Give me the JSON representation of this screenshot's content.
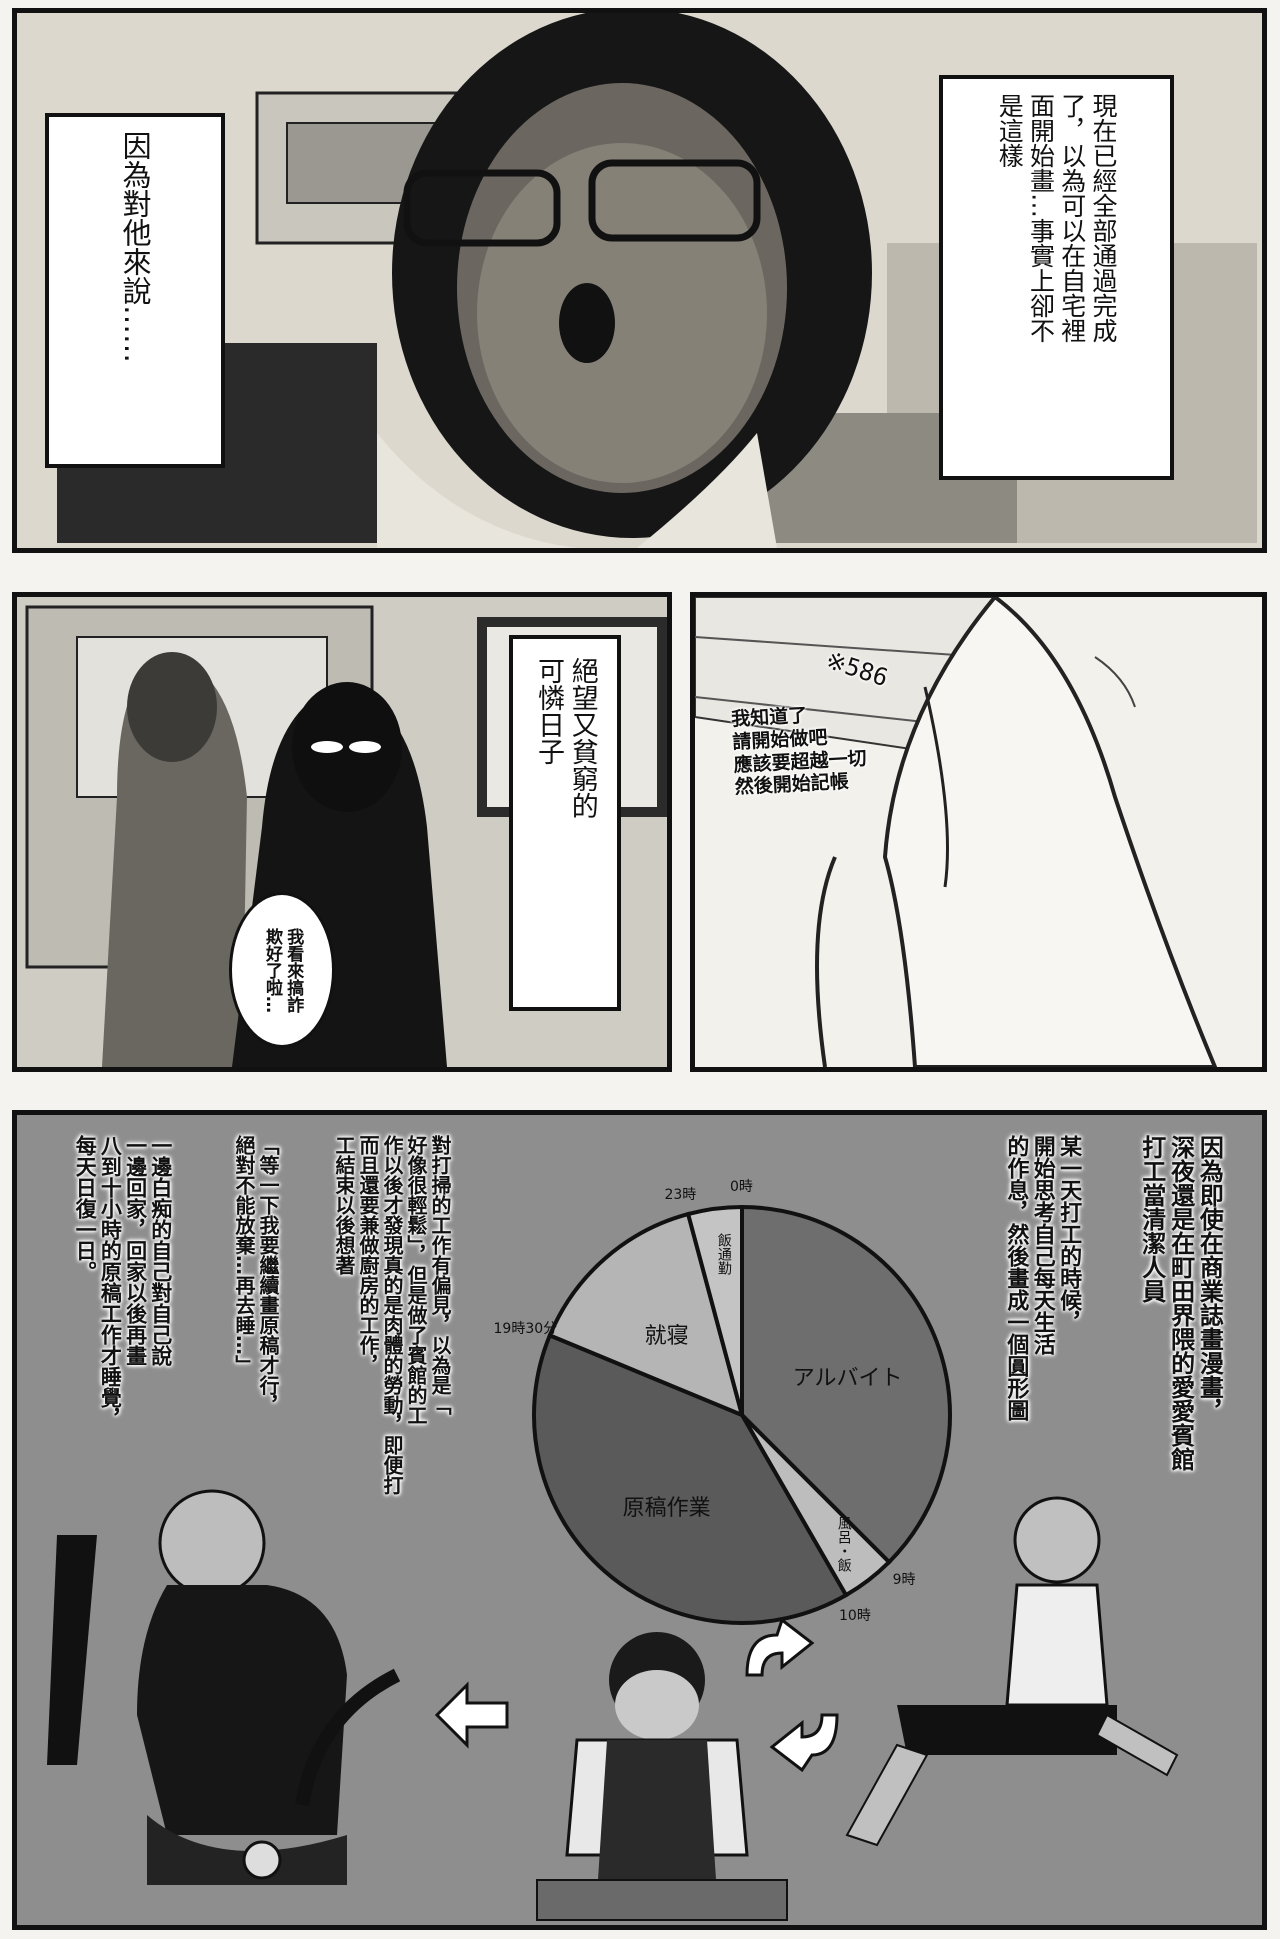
{
  "panel1": {
    "caption_left": "因為對他來說……",
    "caption_right": "現在已經全部通過完成\n了，以為可以在自宅裡\n面開始畫…事實上卻不\n是這樣"
  },
  "panel2": {
    "caption": "絕望又貧窮的\n可憐日子",
    "speech": "我看來搞詐\n欺好了啦…"
  },
  "panel3": {
    "speech": "我知道了\n請開始做吧\n應該要超越一切\n然後開始記帳",
    "paper_text": "※586"
  },
  "panel4": {
    "narration_right": "因為即使在商業誌畫漫畫，\n深夜還是在町田界隈的愛愛賓館\n打工當清潔人員",
    "narration_mid_right": "某一天打工的時候，\n開始思考自己每天生活\n的作息，然後畫成一個圓形圖",
    "narration_mid": "對打掃的工作有偏見，以為是「\n好像很輕鬆」，但是做了賓館的工\n作以後才發現真的是肉體的勞動，即便打\n而且還要兼做廚房的工作，\n工結束以後想著",
    "narration_left_mid": "「等一下我要繼續畫原稿才行，\n絕對不能放棄…再去睡…」",
    "narration_left": "一邊白痴的自己對自己說\n一邊回家，回家以後再畫\n八到十小時的原稿工作才睡覺，\n每天日復一日。"
  },
  "chart_data": {
    "type": "pie",
    "unit": "hours",
    "slices": [
      {
        "label": "アルバイト",
        "start": "0時",
        "end": "9時",
        "value": 9
      },
      {
        "label": "風呂・飯",
        "start": "9時",
        "end": "10時",
        "value": 1
      },
      {
        "label": "原稿作業",
        "start": "10時",
        "end": "19時30分",
        "value": 9.5
      },
      {
        "label": "就寝",
        "start": "19時30分",
        "end": "23時",
        "value": 3.5
      },
      {
        "label": "飯通勤",
        "start": "23時",
        "end": "0時",
        "value": 1
      }
    ],
    "tick_labels": [
      "0時",
      "9時",
      "10時",
      "19時30分",
      "23時"
    ],
    "colors": {
      "アルバイト": "#6e6e6e",
      "風呂・飯": "#bdbdbd",
      "原稿作業": "#5a5a5a",
      "就寝": "#b5b5b5",
      "飯通勤": "#c4c4c4"
    }
  }
}
